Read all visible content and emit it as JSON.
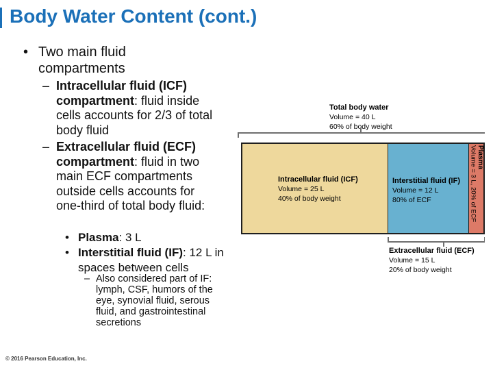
{
  "slide": {
    "title": "Body Water Content (cont.)",
    "copyright": "© 2016 Pearson Education, Inc."
  },
  "glyphs": {
    "bullet": "•",
    "dash": "–"
  },
  "bullets": {
    "two_main": "Two main fluid compartments",
    "icf_bold": "Intracellular fluid (ICF) compartment",
    "icf_rest": ": fluid inside cells accounts for 2/3 of total body fluid",
    "ecf_bold": "Extracellular fluid (ECF) compartment",
    "ecf_rest": ": fluid in two main ECF compartments outside cells accounts for one-third of total body fluid:",
    "plasma_bold": "Plasma",
    "plasma_rest": ": 3 L",
    "if_bold": "Interstitial fluid (IF)",
    "if_rest": ": 12 L in spaces between cells",
    "also": "Also considered part of IF: lymph, CSF, humors of the eye, synovial fluid, serous fluid, and gastrointestinal secretions"
  },
  "figure": {
    "total": {
      "title": "Total body water",
      "line2": "Volume = 40 L",
      "line3": "60% of body weight"
    },
    "icf": {
      "title": "Intracellular fluid (ICF)",
      "line2": "Volume = 25 L",
      "line3": "40% of body weight"
    },
    "if": {
      "title": "Interstitial fluid (IF)",
      "line2": "Volume = 12 L",
      "line3": "80% of ECF"
    },
    "plasma": {
      "title": "Plasma",
      "line2": "Volume = 3 L, 20% of ECF"
    },
    "ecf": {
      "title": "Extracellular fluid (ECF)",
      "line2": "Volume = 15 L",
      "line3": "20% of body weight"
    },
    "colors": {
      "icf_fill": "#eed89c",
      "if_fill": "#68b1d0",
      "plasma_fill": "#dd7a67"
    }
  },
  "theme": {
    "title_color": "#1b70b8",
    "text_color": "#111111"
  }
}
